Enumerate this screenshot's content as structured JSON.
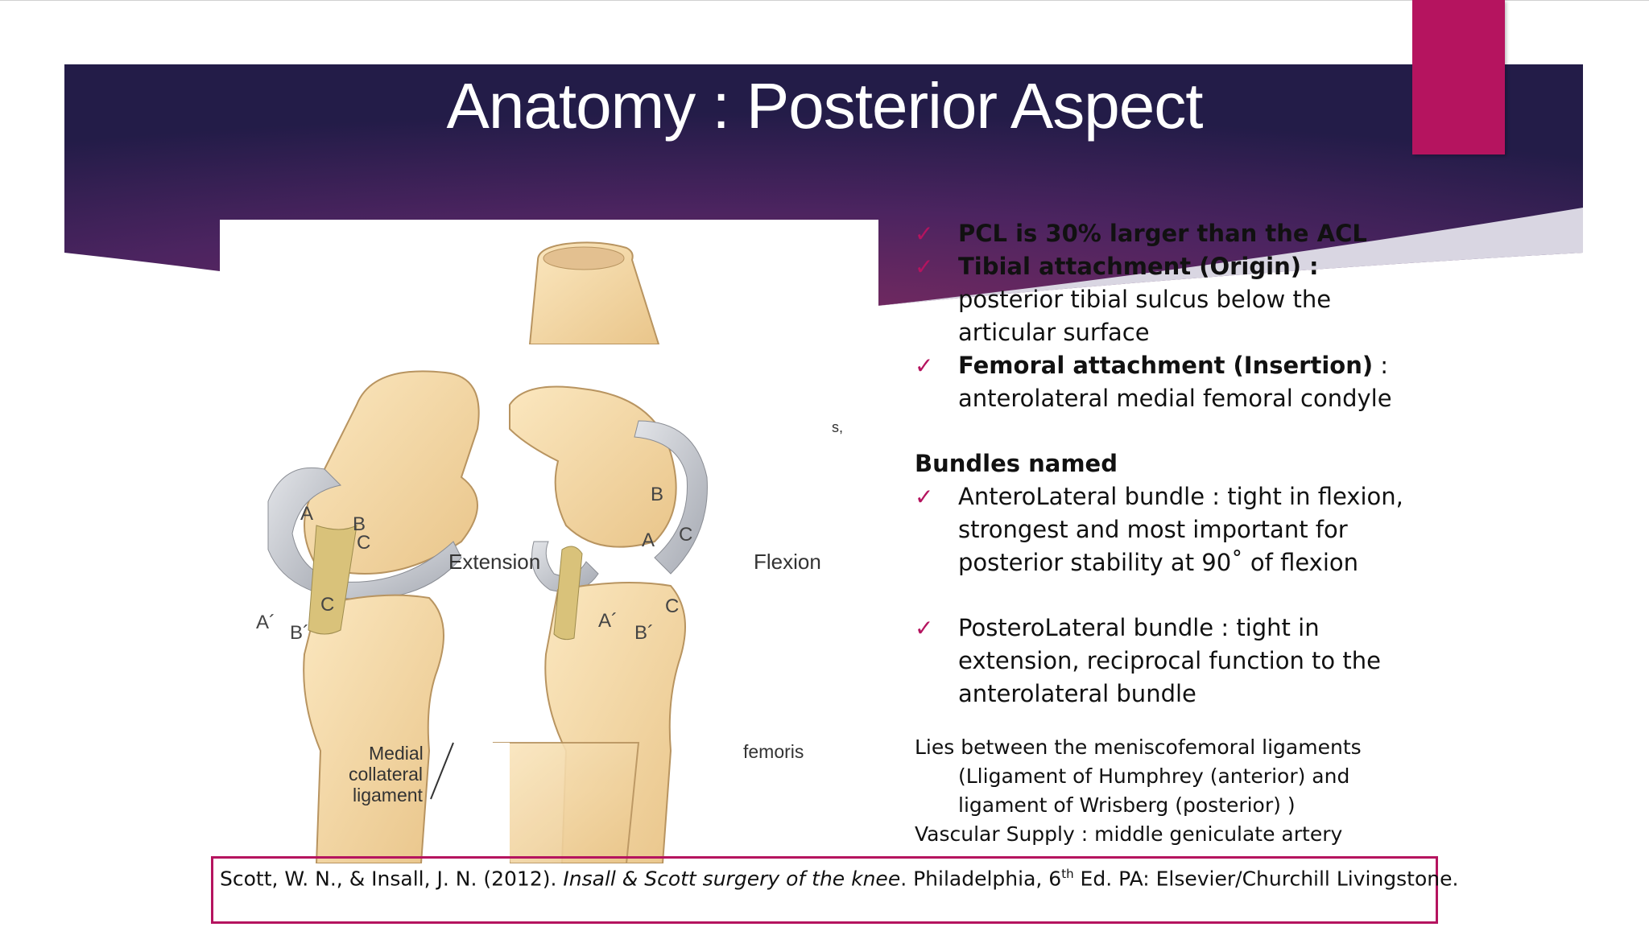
{
  "slide": {
    "title": "Anatomy : Posterior Aspect",
    "accent_color": "#b5145f",
    "banner_colors": [
      "#2a1d4e",
      "#6a2a5e"
    ]
  },
  "figure": {
    "labels": {
      "extension": "Extension",
      "flexion": "Flexion",
      "medial": "Medial",
      "collateral": "collateral",
      "ligament": "ligament",
      "femoris": "femoris",
      "stray": "s,"
    },
    "letters": {
      "a": "A",
      "b": "B",
      "c": "C",
      "a_prime": "A´",
      "b_prime": "B´"
    }
  },
  "content": {
    "bullets_top": [
      {
        "bold": "PCL is 30% larger than the ACL",
        "rest": ""
      },
      {
        "bold": "Tibial attachment (Origin) :",
        "rest": " posterior tibial sulcus below the articular surface"
      },
      {
        "bold": "Femoral attachment (Insertion)",
        "rest": " : anterolateral medial femoral condyle"
      }
    ],
    "bundles_heading": "Bundles named",
    "bundles": [
      "AnteroLateral bundle : tight in flexion, strongest and most important for posterior stability at 90˚  of flexion",
      "PosteroLateral bundle : tight in extension, reciprocal function to the anterolateral bundle"
    ],
    "lies_between": "Lies between the meniscofemoral ligaments",
    "humphrey": "(Lligament of Humphrey (anterior) and",
    "wrisberg": "ligament of Wrisberg (posterior) )",
    "vascular": "Vascular Supply : middle geniculate artery"
  },
  "citation": {
    "prefix": "Scott, W. N., & Insall, J. N. (2012). ",
    "italic": "Insall & Scott surgery of the knee",
    "mid": ". Philadelphia, 6",
    "sup": "th",
    "suffix": " Ed. PA: Elsevier/Churchill Livingstone."
  }
}
